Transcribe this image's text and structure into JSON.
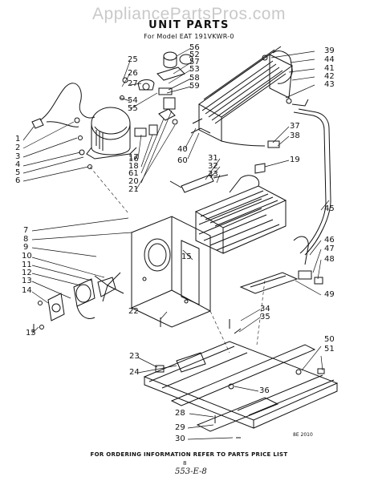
{
  "watermark": "AppliancePartsPros.com",
  "title": "UNIT PARTS",
  "subtitle": "For Model EAT 191VKWR-0",
  "footer": "FOR ORDERING INFORMATION REFER TO PARTS PRICE LIST",
  "page_number": "8",
  "handwritten_note": "553-E-8",
  "figure_code": "8E 2010",
  "callouts": [
    "1",
    "2",
    "3",
    "4",
    "5",
    "6",
    "7",
    "8",
    "9",
    "10",
    "11",
    "12",
    "13",
    "14",
    "15",
    "16",
    "17",
    "18",
    "19",
    "20",
    "21",
    "22",
    "23",
    "24",
    "25",
    "26",
    "27",
    "28",
    "29",
    "30",
    "31",
    "32",
    "33",
    "34",
    "35",
    "36",
    "37",
    "38",
    "39",
    "40",
    "41",
    "42",
    "43",
    "44",
    "45",
    "46",
    "47",
    "48",
    "49",
    "50",
    "51",
    "52",
    "53",
    "54",
    "55",
    "56",
    "57",
    "58",
    "59",
    "60",
    "61"
  ],
  "callout_15_second": "15"
}
